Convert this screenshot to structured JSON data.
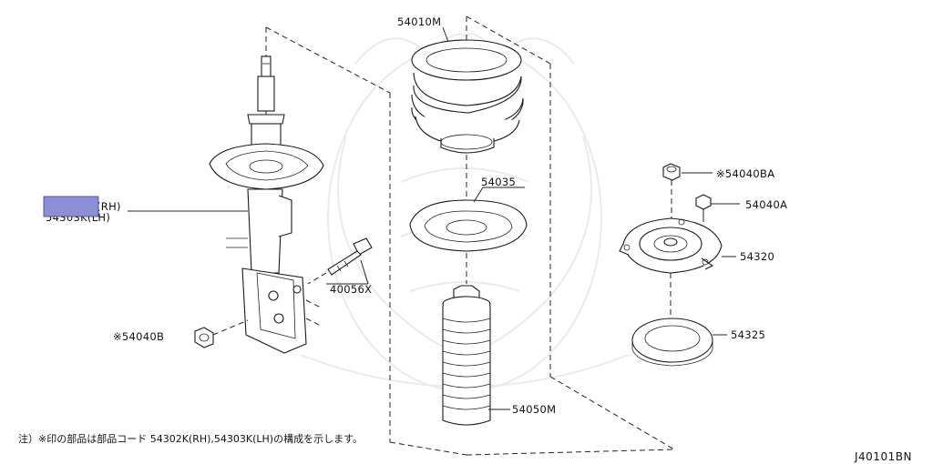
{
  "diagram": {
    "labels": {
      "spring": "54010M",
      "spring_seat": "54035",
      "mount_nut": "※54040BA",
      "mount_bolt": "54040A",
      "strut_mount": "54320",
      "bearing": "54325",
      "bolt_40056": "40056X",
      "nut_54040b": "※54040B",
      "bound_bumper": "54050M",
      "strut_rh": "(RH)",
      "strut_lh": "54303K(LH)"
    },
    "note": "注）※印の部品は部品コード 54302K(RH),54303K(LH)の構成を示します。",
    "figure_code": "J40101BN",
    "redaction_color": "#8c8fd6"
  }
}
